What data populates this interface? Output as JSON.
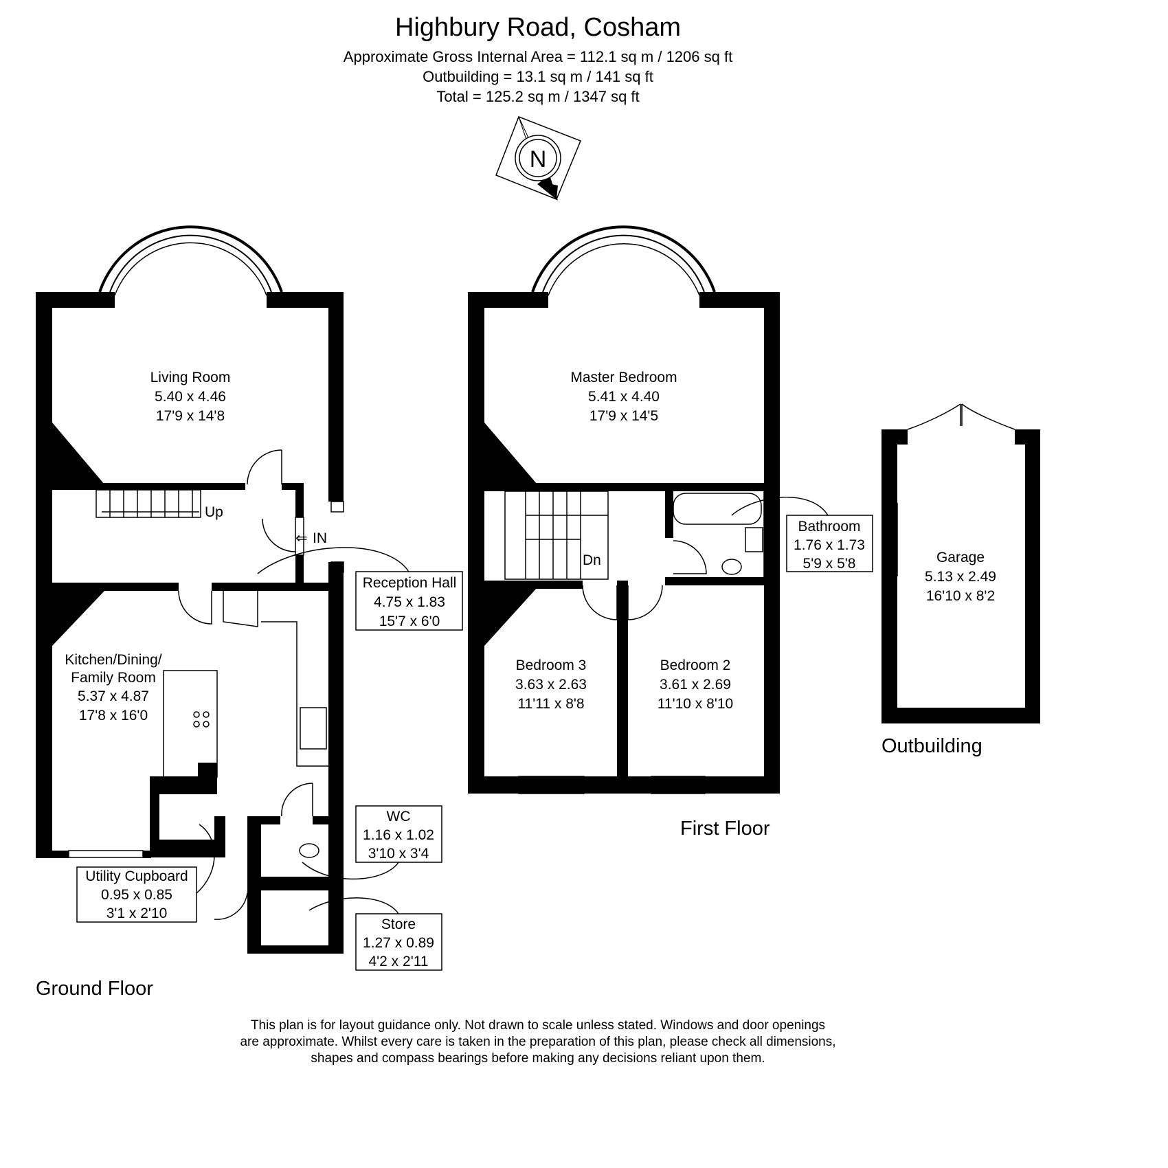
{
  "header": {
    "title": "Highbury Road, Cosham",
    "area_lines": [
      "Approximate Gross Internal Area = 112.1 sq m / 1206 sq ft",
      "Outbuilding = 13.1 sq m / 141 sq ft",
      "Total = 125.2 sq m / 1347 sq ft"
    ]
  },
  "compass": {
    "label": "N",
    "icon": "compass-north-icon"
  },
  "ground_floor": {
    "label": "Ground Floor",
    "rooms": [
      {
        "name": "Living Room",
        "metric": "5.40 x 4.46",
        "imperial": "17'9 x 14'8"
      },
      {
        "name": "Reception Hall",
        "metric": "4.75 x 1.83",
        "imperial": "15'7 x 6'0"
      },
      {
        "name_line1": "Kitchen/Dining/",
        "name_line2": "Family Room",
        "metric": "5.37 x 4.87",
        "imperial": "17'8 x 16'0"
      },
      {
        "name": "Utility Cupboard",
        "metric": "0.95 x 0.85",
        "imperial": "3'1 x 2'10"
      },
      {
        "name": "WC",
        "metric": "1.16 x 1.02",
        "imperial": "3'10 x 3'4"
      },
      {
        "name": "Store",
        "metric": "1.27 x 0.89",
        "imperial": "4'2 x 2'11"
      }
    ],
    "stairs_label": "Up",
    "entrance_label": "IN"
  },
  "first_floor": {
    "label": "First Floor",
    "rooms": [
      {
        "name": "Master Bedroom",
        "metric": "5.41 x 4.40",
        "imperial": "17'9 x 14'5"
      },
      {
        "name": "Bathroom",
        "metric": "1.76 x 1.73",
        "imperial": "5'9 x 5'8"
      },
      {
        "name": "Bedroom 3",
        "metric": "3.63 x 2.63",
        "imperial": "11'11 x 8'8"
      },
      {
        "name": "Bedroom 2",
        "metric": "3.61 x 2.69",
        "imperial": "11'10 x 8'10"
      }
    ],
    "stairs_label": "Dn"
  },
  "outbuilding": {
    "label": "Outbuilding",
    "rooms": [
      {
        "name": "Garage",
        "metric": "5.13 x 2.49",
        "imperial": "16'10 x 8'2"
      }
    ]
  },
  "disclaimer": [
    "This plan is for layout guidance only. Not drawn to scale unless stated. Windows and door openings",
    "are approximate. Whilst every care is taken in the preparation of this plan, please check all dimensions,",
    "shapes and compass bearings before making any decisions reliant upon them."
  ]
}
